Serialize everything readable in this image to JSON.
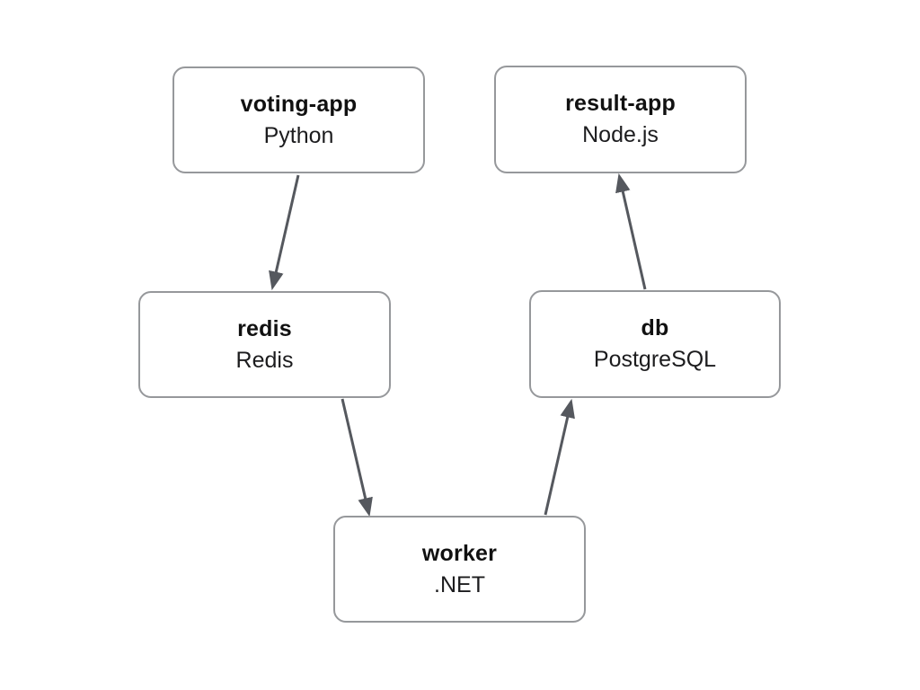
{
  "diagram": {
    "nodes": [
      {
        "id": "voting-app",
        "title": "voting-app",
        "subtitle": "Python"
      },
      {
        "id": "result-app",
        "title": "result-app",
        "subtitle": "Node.js"
      },
      {
        "id": "redis",
        "title": "redis",
        "subtitle": "Redis"
      },
      {
        "id": "db",
        "title": "db",
        "subtitle": "PostgreSQL"
      },
      {
        "id": "worker",
        "title": "worker",
        "subtitle": ".NET"
      }
    ],
    "edges": [
      {
        "from": "voting-app",
        "to": "redis"
      },
      {
        "from": "redis",
        "to": "worker"
      },
      {
        "from": "worker",
        "to": "db"
      },
      {
        "from": "db",
        "to": "result-app"
      }
    ],
    "colors": {
      "background": "#ffffff",
      "node_fill": "#ffffff",
      "node_border": "#96989b",
      "arrow": "#55585e",
      "title_text": "#111111",
      "subtitle_text": "#1c1c1e"
    }
  }
}
